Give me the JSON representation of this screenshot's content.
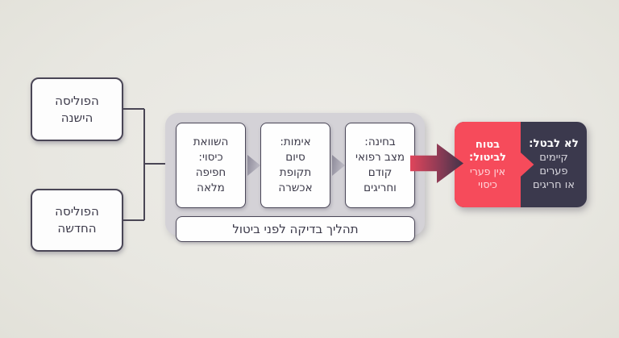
{
  "colors": {
    "background": "#e9e8e2",
    "container": "#d4d2d7",
    "node_border": "#4a4656",
    "text": "#3b3949",
    "safe_bg": "#f64b5b",
    "unsafe_bg": "#3b394d",
    "arrow_gradient_start": "#e0455b",
    "arrow_gradient_end": "#413449"
  },
  "inputs": [
    {
      "text": "הפוליסה\nהישנה"
    },
    {
      "text": "הפוליסה\nהחדשה"
    }
  ],
  "process": {
    "caption": "תהליך בדיקה לפני ביטול",
    "steps": [
      {
        "text": "השוואת\nכיסוי:\nחפיפה\nמלאה"
      },
      {
        "text": "אימות:\nסיום\nתקופת\nאכשרה"
      },
      {
        "text": "בחינה:\nמצב רפואי\nקודם\nוחריגים"
      }
    ]
  },
  "outcomes": {
    "safe": {
      "title": "בטוח\nלביטול:",
      "detail": "אין פערי\nכיסוי"
    },
    "unsafe": {
      "title": "לא לבטל:",
      "detail": "קיימים\nפערים\nאו חריגים"
    }
  }
}
